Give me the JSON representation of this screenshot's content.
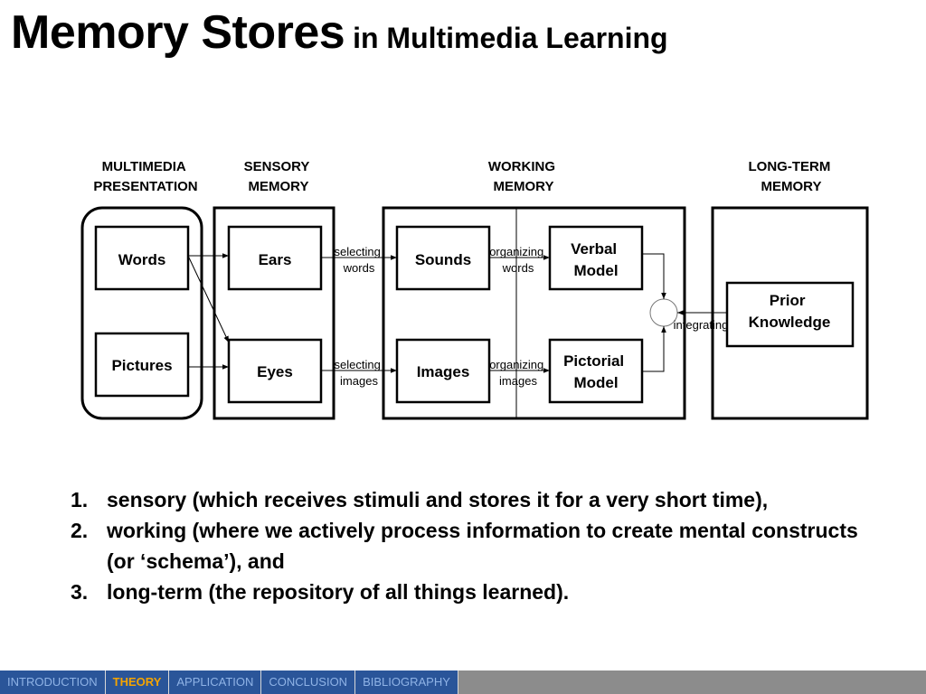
{
  "title": {
    "main": "Memory Stores",
    "sub": "in Multimedia Learning"
  },
  "diagram": {
    "headers": {
      "presentation": [
        "MULTIMEDIA",
        "PRESENTATION"
      ],
      "sensory": [
        "SENSORY",
        "MEMORY"
      ],
      "working": [
        "WORKING",
        "MEMORY"
      ],
      "longterm": [
        "LONG-TERM",
        "MEMORY"
      ]
    },
    "boxes": {
      "words": "Words",
      "pictures": "Pictures",
      "ears": "Ears",
      "eyes": "Eyes",
      "sounds": "Sounds",
      "images": "Images",
      "verbal_model": [
        "Verbal",
        "Model"
      ],
      "pictorial_model": [
        "Pictorial",
        "Model"
      ],
      "prior_knowledge": [
        "Prior",
        "Knowledge"
      ]
    },
    "processes": {
      "selecting_words": [
        "selecting",
        "words"
      ],
      "selecting_images": [
        "selecting",
        "images"
      ],
      "organizing_words": [
        "organizing",
        "words"
      ],
      "organizing_images": [
        "organizing",
        "images"
      ],
      "integrating": "integrating"
    }
  },
  "list": [
    {
      "num": "1.",
      "text": "sensory (which receives stimuli and stores it for a very short time),"
    },
    {
      "num": "2.",
      "text": "working (where we actively process information to create mental constructs (or ‘schema’), and"
    },
    {
      "num": "3.",
      "text": "long-term (the repository of all things learned)."
    }
  ],
  "nav": {
    "tabs": [
      "INTRODUCTION",
      "THEORY",
      "APPLICATION",
      "CONCLUSION",
      "BIBLIOGRAPHY"
    ],
    "active": "THEORY"
  }
}
